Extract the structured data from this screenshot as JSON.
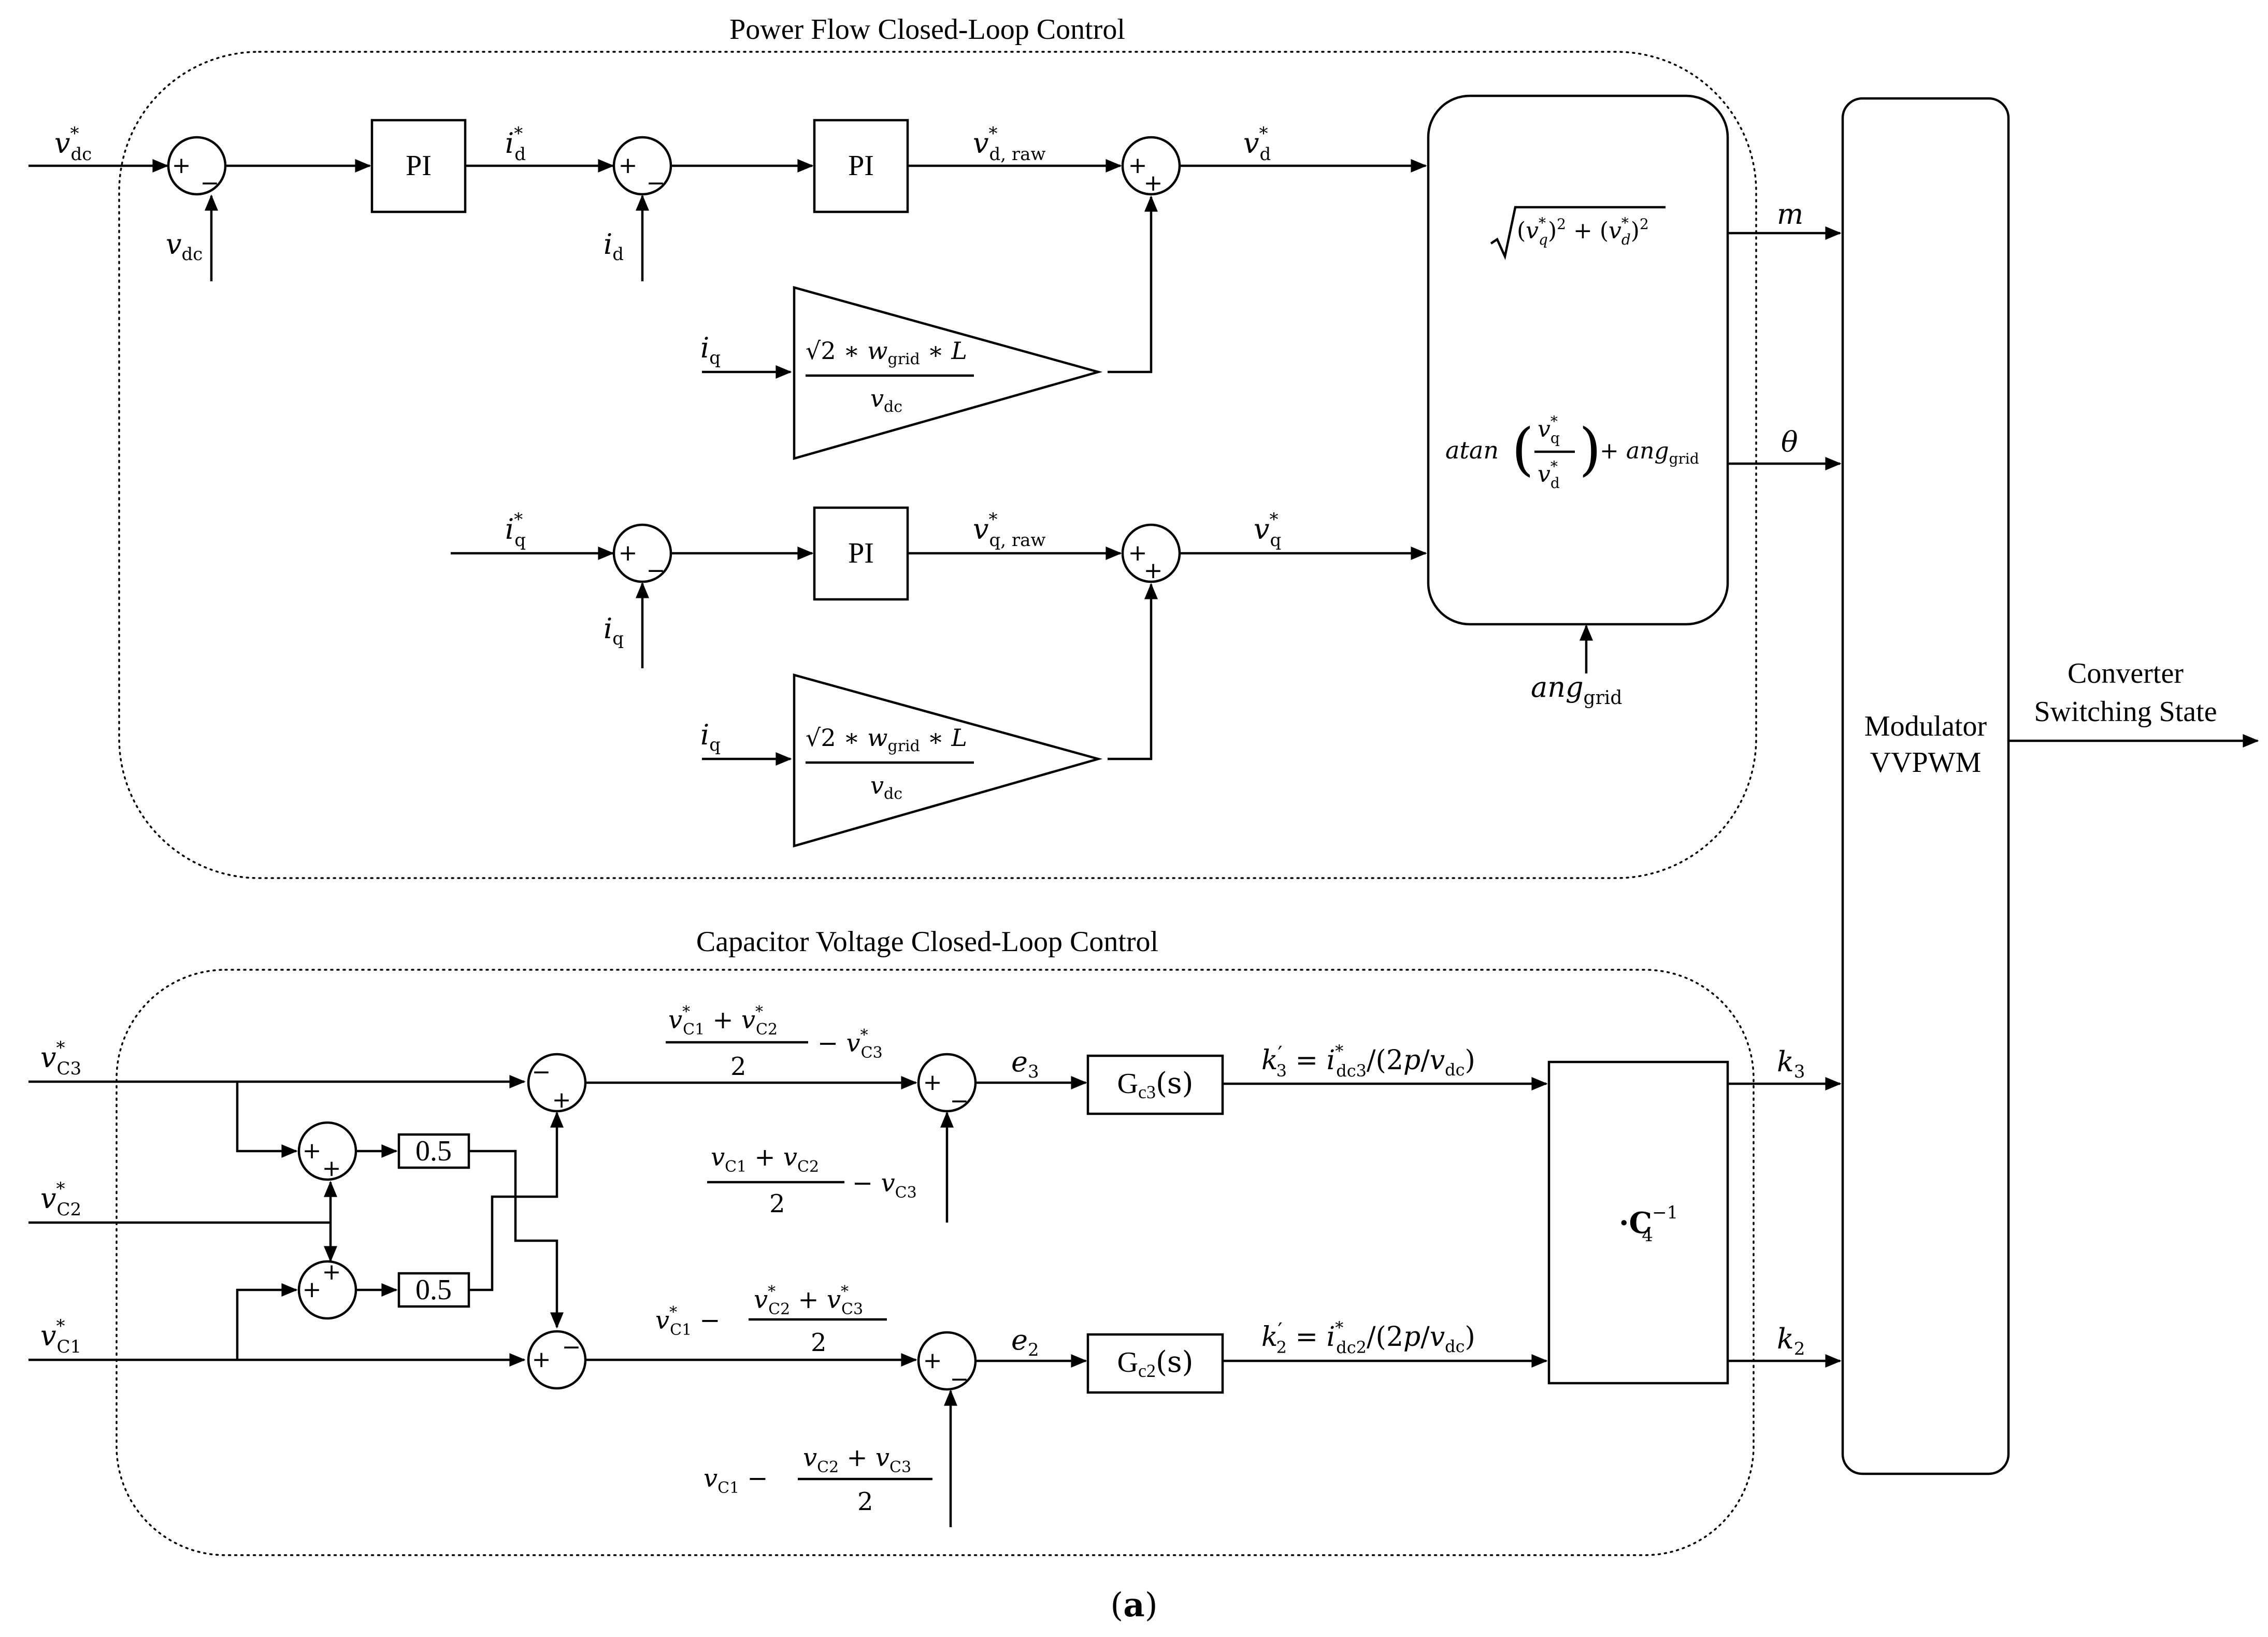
{
  "titles": {
    "power_flow": "Power Flow Closed-Loop Control",
    "capacitor": "Capacitor Voltage Closed-Loop Control"
  },
  "blocks": {
    "pi": "PI",
    "half": "0.5",
    "modulator_line1": "Modulator",
    "modulator_line2": "VVPWM",
    "inverse_dot": "·",
    "inverse_C": "C",
    "inverse_sub": "4",
    "inverse_sup": "−1",
    "gc3": "G",
    "gc3_sub": "c3",
    "gc2": "G",
    "gc2_sub": "c2",
    "s_arg": "(s)"
  },
  "output": {
    "line1": "Converter",
    "line2": "Switching State"
  },
  "signals": {
    "v": "v",
    "i": "i",
    "e": "e",
    "k": "k",
    "m": "m",
    "theta": "θ",
    "star": "*",
    "prime": "′",
    "dc": "dc",
    "d": "d",
    "q": "q",
    "d_raw": "d, raw",
    "q_raw": "q, raw",
    "C1": "C1",
    "C2": "C2",
    "C3": "C3",
    "n2": "2",
    "n3": "3",
    "ang": "ang",
    "grid": "grid"
  },
  "math": {
    "sqrt2": "2",
    "gain_mid": " ∗ ",
    "w": "w",
    "L": "L",
    "sqrt_inner_open": "(",
    "sqrt_inner_close": ")",
    "sq": "2",
    "plus": " + ",
    "atan": "atan",
    "k3_eq": " = ",
    "k3_rest": "/(2",
    "p": "p",
    "slash_v": "/",
    "close_paren": ")",
    "minus": " − ",
    "half_den": "2",
    "sub_a": "a",
    "fig_label_open": "(",
    "fig_label": "a",
    "fig_label_close": ")"
  },
  "signs": {
    "plus": "+",
    "minus": "−"
  }
}
